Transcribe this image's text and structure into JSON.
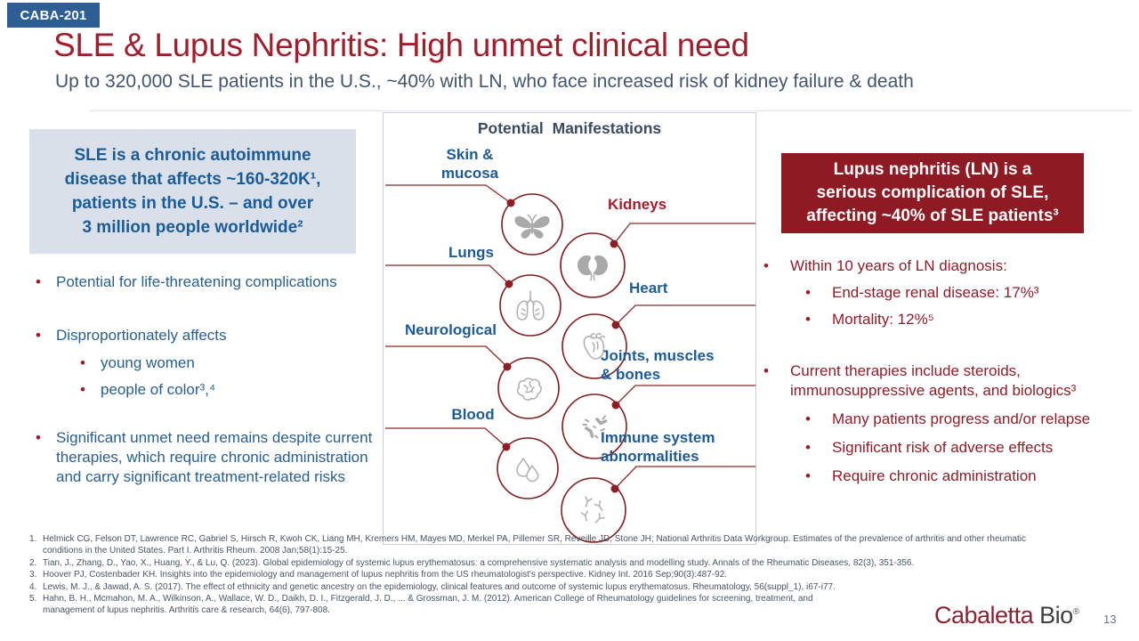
{
  "slide": {
    "badge": "CABA-201",
    "title": "SLE & Lupus Nephritis: High unmet clinical need",
    "subtitle": "Up to 320,000 SLE patients in the U.S., ~40% with LN, who face increased risk of kidney failure & death",
    "page_number": "13"
  },
  "colors": {
    "maroon": "#8e1b23",
    "title_red": "#a11e2c",
    "steel_blue": "#2a5f8c",
    "label_blue": "#1e5a96",
    "badge_blue": "#2d5f96",
    "left_box_bg": "#d9e0e9",
    "slate": "#44546a",
    "icon_gray": "#a9a9a9"
  },
  "left_panel": {
    "summary": "SLE is a chronic autoimmune\ndisease that affects ~160-320K¹,\npatients in the U.S. – and over\n3 million people worldwide²",
    "bullets": [
      {
        "level": 1,
        "marker": "•",
        "text": "Potential for life-threatening complications"
      },
      {
        "level": 1,
        "marker": "•",
        "text": "Disproportionately affects"
      },
      {
        "level": 2,
        "marker": "•",
        "text": "young women"
      },
      {
        "level": 2,
        "marker": "•",
        "text": "people of color³,⁴"
      },
      {
        "level": 1,
        "marker": "•",
        "text": "Significant unmet need remains despite current therapies, which require chronic administration and carry significant treatment-related risks"
      }
    ]
  },
  "manifestations": {
    "title": "Potential Manifestations",
    "items": [
      {
        "label": "Skin &\nmucosa",
        "icon": "butterfly-icon",
        "highlighted": false
      },
      {
        "label": "Kidneys",
        "icon": "kidneys-icon",
        "highlighted": true
      },
      {
        "label": "Lungs",
        "icon": "lungs-icon",
        "highlighted": false
      },
      {
        "label": "Heart",
        "icon": "heart-icon",
        "highlighted": false
      },
      {
        "label": "Neurological",
        "icon": "brain-icon",
        "highlighted": false
      },
      {
        "label": "Joints, muscles\n& bones",
        "icon": "joints-icon",
        "highlighted": false
      },
      {
        "label": "Blood",
        "icon": "blood-drops-icon",
        "highlighted": false
      },
      {
        "label": "Immune system\nabnormalities",
        "icon": "antibodies-icon",
        "highlighted": false
      }
    ]
  },
  "right_panel": {
    "headline": "Lupus nephritis (LN) is a\nserious complication of SLE,\naffecting ~40% of SLE patients³",
    "bullets": [
      {
        "level": 1,
        "marker": "•",
        "text": "Within 10 years of LN diagnosis:"
      },
      {
        "level": 2,
        "marker": "•",
        "text": "End-stage renal disease: 17%³"
      },
      {
        "level": 2,
        "marker": "•",
        "text": "Mortality: 12%⁵"
      },
      {
        "level": 1,
        "marker": "•",
        "text": "Current therapies include steroids, immunosuppressive agents, and biologics³"
      },
      {
        "level": 2,
        "marker": "•",
        "text": "Many patients progress and/or relapse"
      },
      {
        "level": 2,
        "marker": "•",
        "text": "Significant risk of adverse effects"
      },
      {
        "level": 2,
        "marker": "•",
        "text": "Require chronic administration"
      }
    ]
  },
  "references": [
    {
      "num": "1.",
      "text": "Helmick CG, Felson DT, Lawrence RC, Gabriel S, Hirsch R, Kwoh CK, Liang MH, Kremers HM, Mayes MD, Merkel PA, Pillemer SR, Reveille JD, Stone JH; National Arthritis Data Workgroup. Estimates of the prevalence of arthritis and other rheumatic\nconditions in the United States. Part I. Arthritis Rheum. 2008 Jan;58(1):15-25."
    },
    {
      "num": "2.",
      "text": "Tian, J., Zhang, D., Yao, X., Huang, Y., & Lu, Q. (2023). Global epidemiology of systemic lupus erythematosus: a comprehensive systematic analysis and modelling study. Annals of the Rheumatic Diseases, 82(3), 351-356."
    },
    {
      "num": "3.",
      "text": "Hoover PJ, Costenbader KH. Insights into the epidemiology and management of lupus nephritis from the US rheumatologist's perspective. Kidney Int. 2016 Sep;90(3):487-92."
    },
    {
      "num": "4.",
      "text": "Lewis, M. J., & Jawad, A. S. (2017). The effect of ethnicity and genetic ancestry on the epidemiology, clinical features and outcome of systemic lupus erythematosus. Rheumatology, 56(suppl_1), i67-i77."
    },
    {
      "num": "5.",
      "text": "Hahn, B. H., Mcmahon, M. A., Wilkinson, A., Wallace, W. D., Daikh, D. I., Fitzgerald, J. D., ... & Grossman, J. M. (2012). American College of Rheumatology guidelines for screening, treatment, and\nmanagement of lupus nephritis. Arthritis care & research, 64(6), 797-808."
    }
  ],
  "logo": {
    "brand": "Cabaletta",
    "suffix": " Bio",
    "registered": "®"
  }
}
